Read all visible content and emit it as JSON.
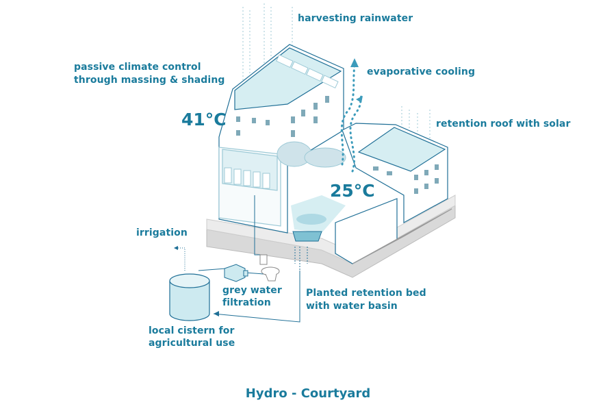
{
  "title": "Hydro - Courtyard",
  "labels": {
    "harvesting": "harvesting rainwater",
    "passive_1": "passive climate control",
    "passive_2": "through massing & shading",
    "evaporative": "evaporative cooling",
    "retention_roof": "retention roof with solar",
    "irrigation": "irrigation",
    "grey_1": "grey water",
    "grey_2": "filtration",
    "planted_1": "Planted retention bed",
    "planted_2": "with water basin",
    "cistern_1": "local cistern for",
    "cistern_2": "agricultural use"
  },
  "temps": {
    "outside": "41°C",
    "courtyard": "25°C"
  },
  "colors": {
    "text": "#1a7b9c",
    "line": "#1f6f96",
    "water": "#cdeaf0",
    "ground": "#dcdcdc"
  }
}
